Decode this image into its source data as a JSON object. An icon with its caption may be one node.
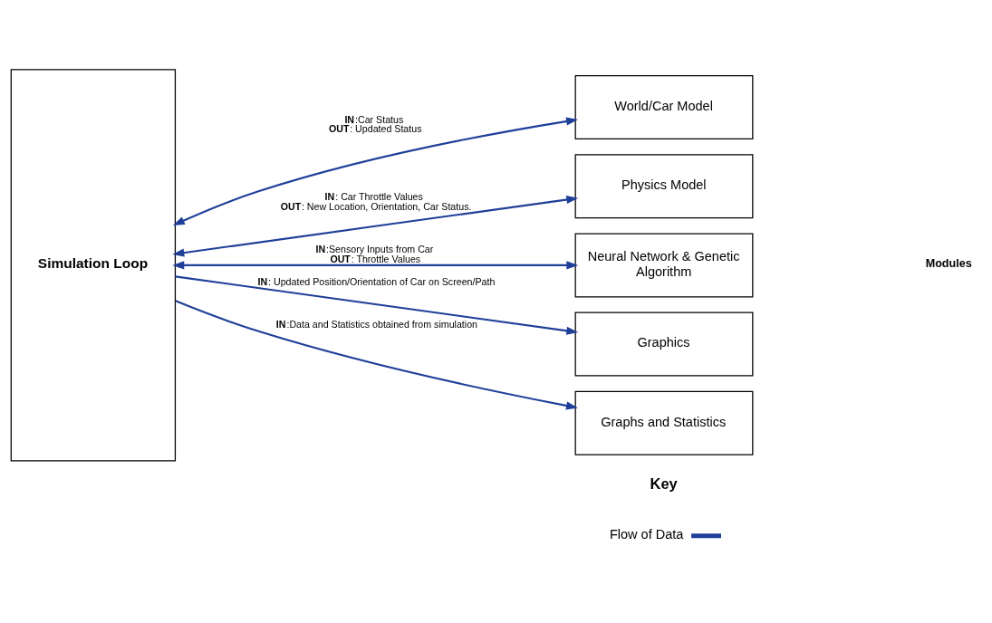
{
  "diagram": {
    "nodes": [
      {
        "text": [
          "Simulation Loop"
        ]
      },
      {
        "text": [
          "World/Car Model"
        ]
      },
      {
        "text": [
          "Physics Model"
        ]
      },
      {
        "text": [
          "Neural Network & Genetic Algorithm"
        ]
      },
      {
        "text": [
          "Graphics"
        ]
      },
      {
        "text": [
          "Graphs and Statistics"
        ]
      }
    ],
    "edges": [
      {
        "from": 0,
        "to": 1,
        "arrow": "both",
        "label": "**IN**:Car Status **OUT**: Updated Status"
      },
      {
        "from": 0,
        "to": 2,
        "arrow": "both",
        "label": "**IN**: Car Throttle Values **OUT**: New Location, Orientation, Car Status."
      },
      {
        "from": 0,
        "to": 3,
        "arrow": "both",
        "label": "**IN**:Sensory Inputs from Car **OUT**: Throttle Values"
      },
      {
        "from": 0,
        "to": 4,
        "arrow": "to",
        "label": "**IN**: Updated Position/Orientation of Car on Screen/Path"
      },
      {
        "from": 0,
        "to": 5,
        "arrow": "to",
        "label": "**IN**:Data and Statistics obtained from simulation"
      }
    ],
    "labels": [
      "Modules",
      "Key"
    ],
    "legend": [
      {
        "text": "Flow of Data"
      }
    ]
  }
}
